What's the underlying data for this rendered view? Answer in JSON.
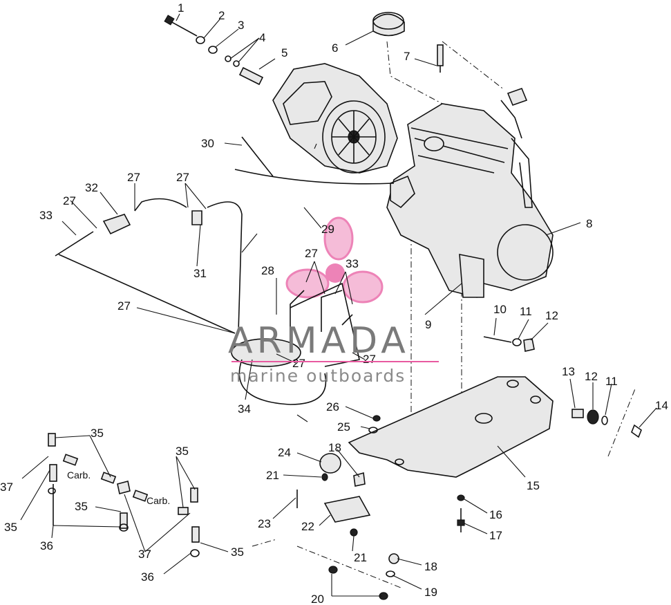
{
  "watermark": {
    "brand": "ARMADA",
    "tagline": "marine outboards",
    "accent": "#e85aa0"
  },
  "callouts": [
    {
      "id": "c1",
      "text": "1"
    },
    {
      "id": "c2",
      "text": "2"
    },
    {
      "id": "c3",
      "text": "3"
    },
    {
      "id": "c4",
      "text": "4"
    },
    {
      "id": "c5",
      "text": "5"
    },
    {
      "id": "c6",
      "text": "6"
    },
    {
      "id": "c7",
      "text": "7"
    },
    {
      "id": "c8",
      "text": "8"
    },
    {
      "id": "c9",
      "text": "9"
    },
    {
      "id": "c10",
      "text": "10"
    },
    {
      "id": "c11a",
      "text": "11"
    },
    {
      "id": "c12a",
      "text": "12"
    },
    {
      "id": "c13",
      "text": "13"
    },
    {
      "id": "c12b",
      "text": "12"
    },
    {
      "id": "c11b",
      "text": "11"
    },
    {
      "id": "c14",
      "text": "14"
    },
    {
      "id": "c15",
      "text": "15"
    },
    {
      "id": "c16",
      "text": "16"
    },
    {
      "id": "c17",
      "text": "17"
    },
    {
      "id": "c18a",
      "text": "18"
    },
    {
      "id": "c18b",
      "text": "18"
    },
    {
      "id": "c19",
      "text": "19"
    },
    {
      "id": "c20",
      "text": "20"
    },
    {
      "id": "c21a",
      "text": "21"
    },
    {
      "id": "c21b",
      "text": "21"
    },
    {
      "id": "c22",
      "text": "22"
    },
    {
      "id": "c23",
      "text": "23"
    },
    {
      "id": "c24",
      "text": "24"
    },
    {
      "id": "c25",
      "text": "25"
    },
    {
      "id": "c26",
      "text": "26"
    },
    {
      "id": "c27a",
      "text": "27"
    },
    {
      "id": "c27b",
      "text": "27"
    },
    {
      "id": "c27c",
      "text": "27"
    },
    {
      "id": "c27d",
      "text": "27"
    },
    {
      "id": "c27e",
      "text": "27"
    },
    {
      "id": "c27f",
      "text": "27"
    },
    {
      "id": "c27g",
      "text": "27"
    },
    {
      "id": "c28",
      "text": "28"
    },
    {
      "id": "c29",
      "text": "29"
    },
    {
      "id": "c30",
      "text": "30"
    },
    {
      "id": "c31",
      "text": "31"
    },
    {
      "id": "c32",
      "text": "32"
    },
    {
      "id": "c33a",
      "text": "33"
    },
    {
      "id": "c33b",
      "text": "33"
    },
    {
      "id": "c34",
      "text": "34"
    },
    {
      "id": "c35a",
      "text": "35"
    },
    {
      "id": "c35b",
      "text": "35"
    },
    {
      "id": "c35c",
      "text": "35"
    },
    {
      "id": "c35d",
      "text": "35"
    },
    {
      "id": "c35e",
      "text": "35"
    },
    {
      "id": "c36a",
      "text": "36"
    },
    {
      "id": "c36b",
      "text": "36"
    },
    {
      "id": "c37a",
      "text": "37"
    },
    {
      "id": "c37b",
      "text": "37"
    }
  ],
  "notes": {
    "carb_left": "Carb.",
    "carb_right": "Carb."
  }
}
